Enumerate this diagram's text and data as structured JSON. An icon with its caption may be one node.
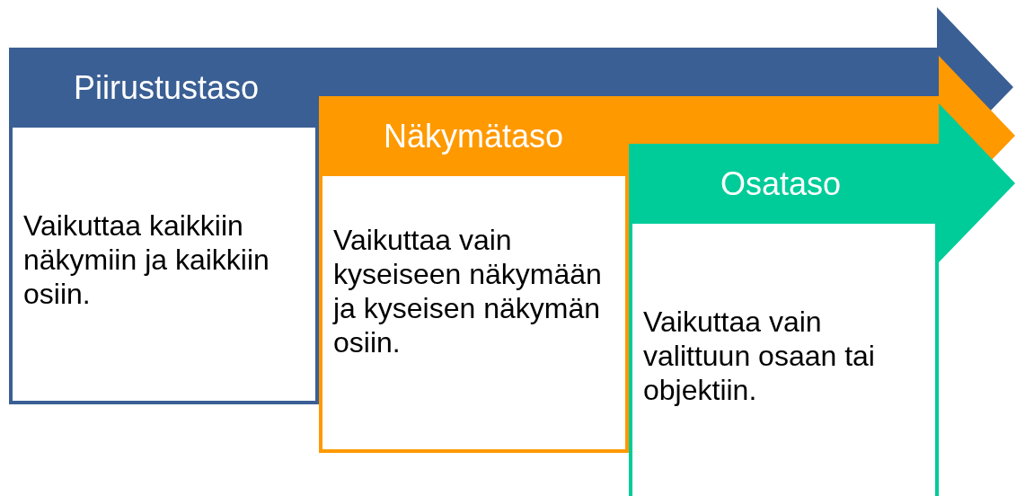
{
  "diagram": {
    "nodes": [
      {
        "text": [
          "Piirustustaso",
          "Vaikuttaa kaikkiin näkymiin ja kaikkiin osiin."
        ]
      },
      {
        "text": [
          "Näkymätaso",
          "Vaikuttaa vain kyseiseen näkymään ja kyseisen näkymän osiin."
        ]
      },
      {
        "text": [
          "Osataso",
          "Vaikuttaa vain valittuun osaan tai objektiin."
        ]
      }
    ]
  }
}
